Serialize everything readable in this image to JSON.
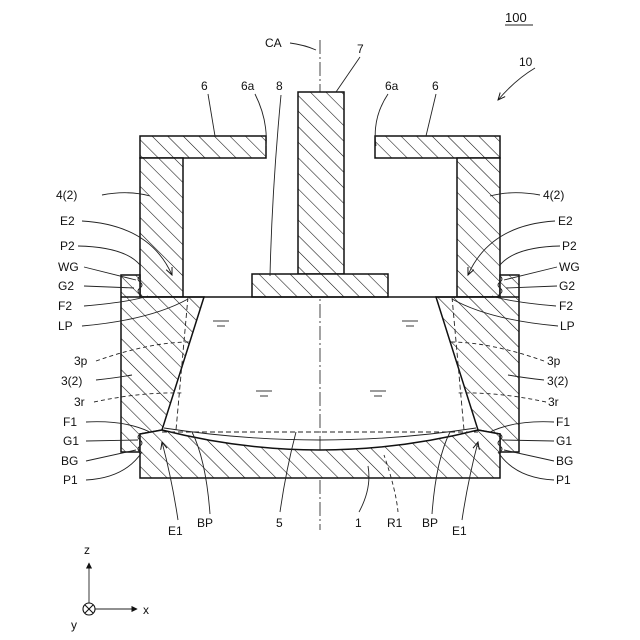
{
  "figure": {
    "device_number": "100",
    "assembly_number": "10",
    "axis_label": "CA"
  },
  "parts": {
    "p7": "7",
    "p8": "8",
    "p6_left": "6",
    "p6_right": "6",
    "p6a_left": "6a",
    "p6a_right": "6a",
    "p4_left": "4(2)",
    "p4_right": "4(2)",
    "e2_left": "E2",
    "e2_right": "E2",
    "p2_left": "P2",
    "p2_right": "P2",
    "wg_left": "WG",
    "wg_right": "WG",
    "g2_left": "G2",
    "g2_right": "G2",
    "f2_left": "F2",
    "f2_right": "F2",
    "lp_left": "LP",
    "lp_right": "LP",
    "p3p_left": "3p",
    "p3p_right": "3p",
    "p3_left": "3(2)",
    "p3_right": "3(2)",
    "p3r_left": "3r",
    "p3r_right": "3r",
    "f1_left": "F1",
    "f1_right": "F1",
    "g1_left": "G1",
    "g1_right": "G1",
    "bg_left": "BG",
    "bg_right": "BG",
    "p1_left": "P1",
    "p1_right": "P1",
    "e1_left": "E1",
    "e1_right": "E1",
    "bp_left": "BP",
    "bp_right": "BP",
    "p5": "5",
    "p1_body": "1",
    "r1": "R1"
  },
  "axes": {
    "z": "z",
    "x": "x",
    "y": "y"
  }
}
